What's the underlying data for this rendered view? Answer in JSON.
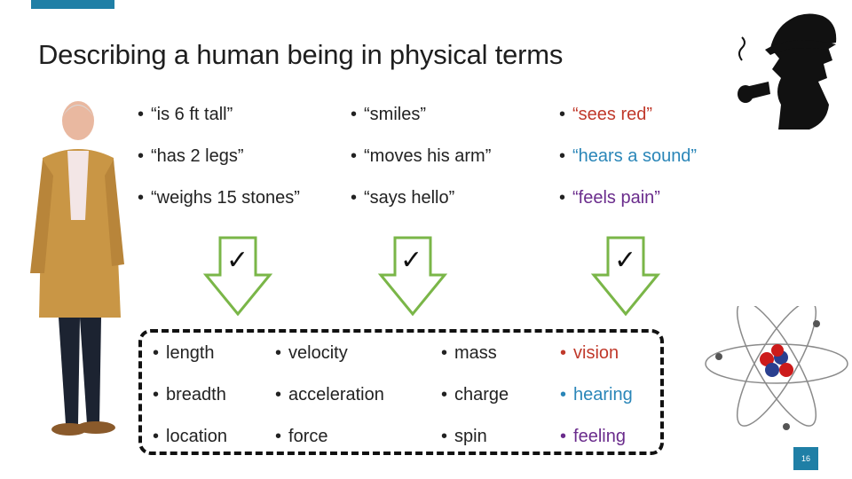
{
  "slide": {
    "title": "Describing a human being in physical terms",
    "page_number": "16"
  },
  "top_columns": [
    [
      "“is 6 ft tall”",
      "“has 2 legs”",
      "“weighs 15 stones”"
    ],
    [
      "“smiles”",
      "“moves his arm”",
      "“says hello”"
    ],
    [
      "“sees red”",
      "“hears a sound”",
      "“feels pain”"
    ]
  ],
  "bottom_columns": [
    [
      "length",
      "breadth",
      "location"
    ],
    [
      "velocity",
      "acceleration",
      "force"
    ],
    [
      "mass",
      "charge",
      "spin"
    ],
    [
      "vision",
      "hearing",
      "feeling"
    ]
  ],
  "bullet_char": "•",
  "check_char": "✓",
  "colors": {
    "accent": "#1f7fa6",
    "arrow_green": "#7ab648",
    "purple": "#6a2c8c",
    "cyan": "#2a86b8"
  },
  "icons": [
    "check-icon",
    "arrow-down-icon",
    "man-photo",
    "detective-silhouette",
    "atom-icon"
  ]
}
